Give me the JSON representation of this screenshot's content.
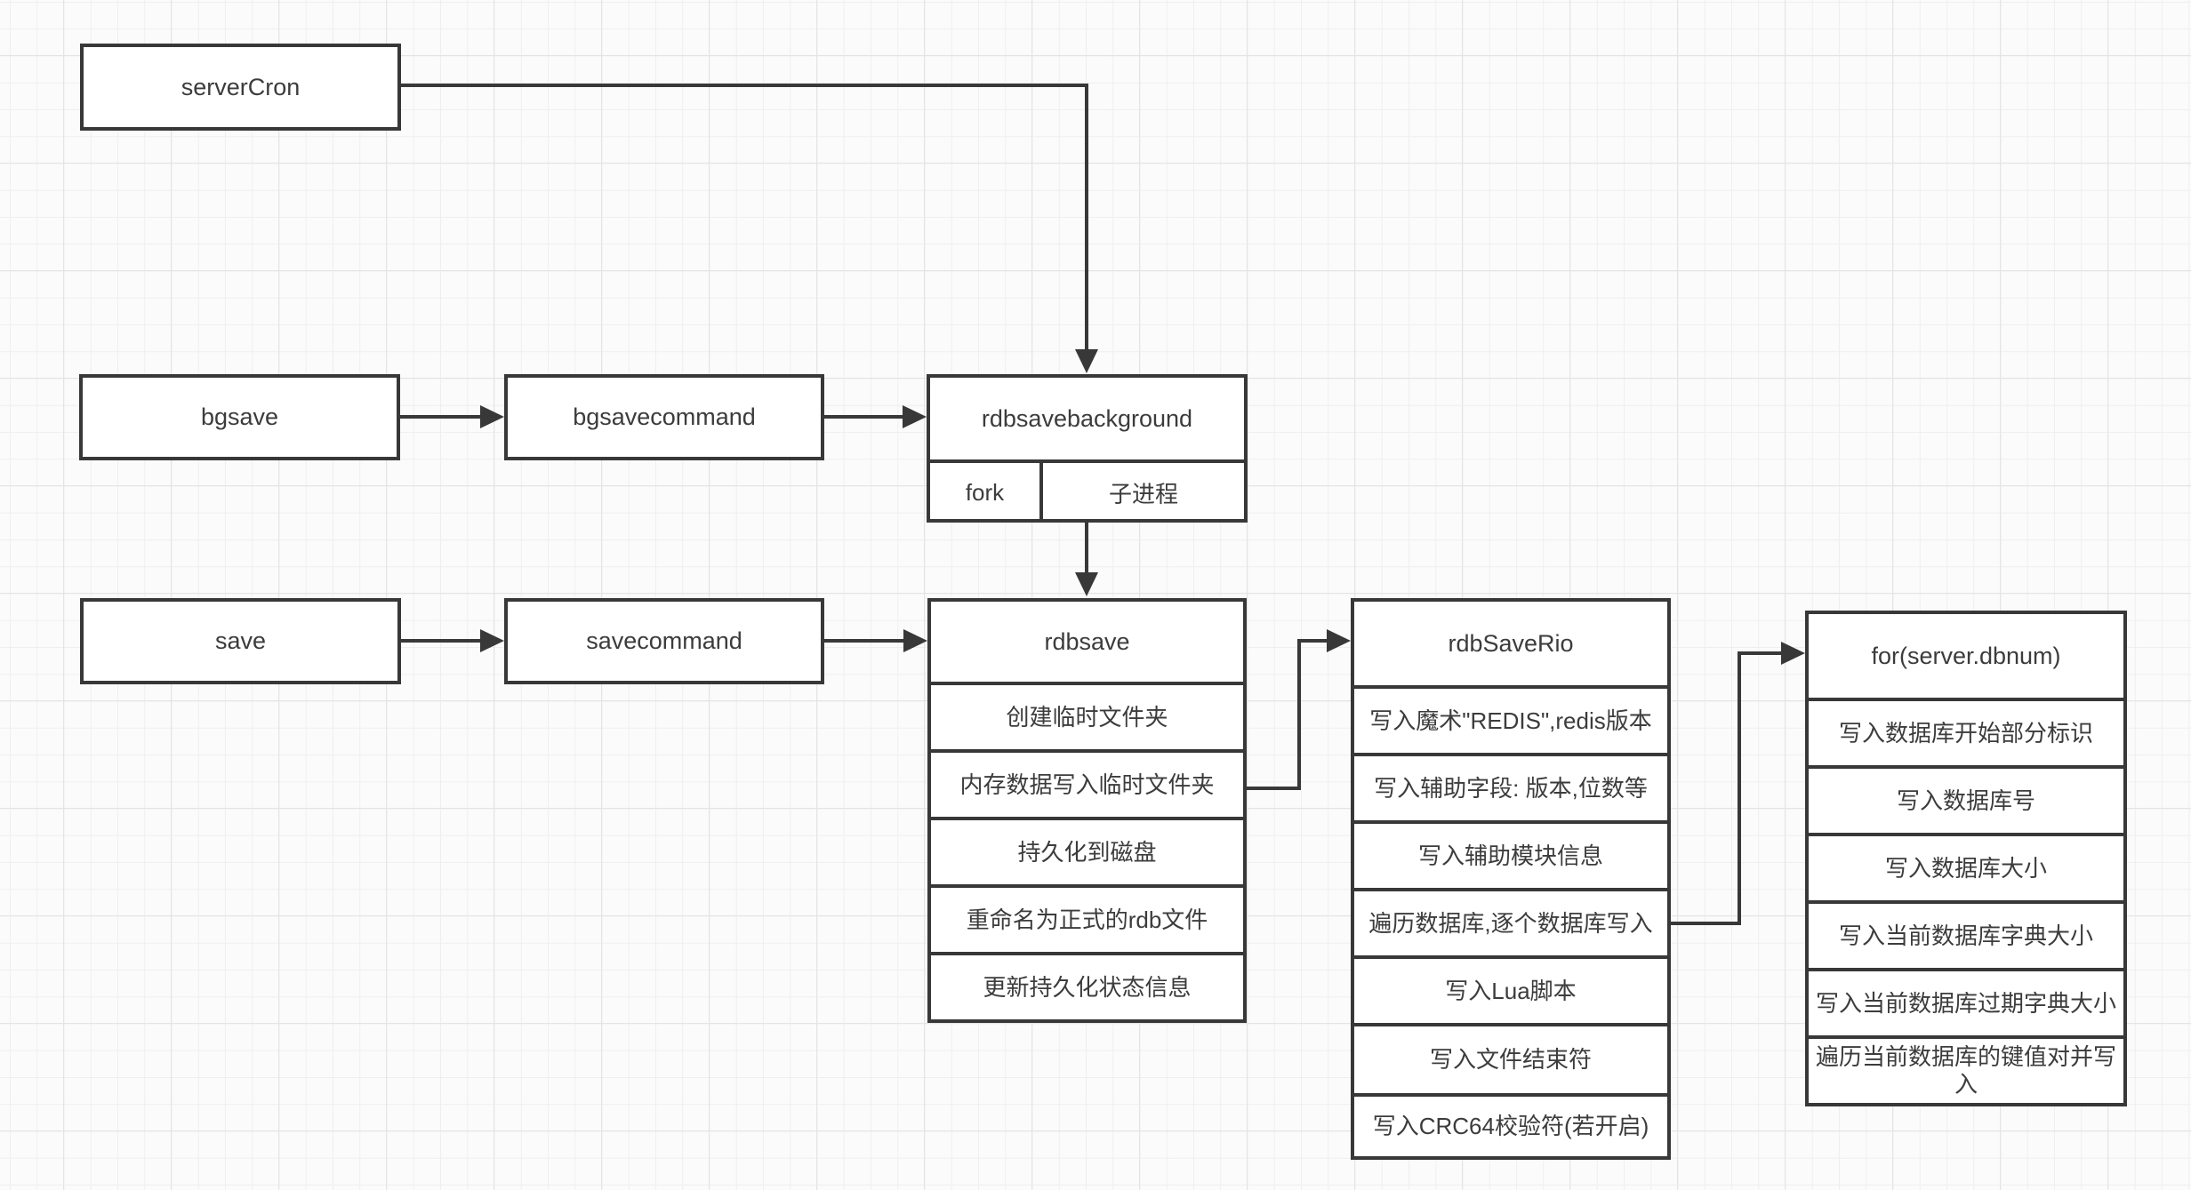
{
  "diagram": {
    "title": "Redis RDB save flowchart",
    "colors": {
      "stroke": "#383838",
      "text": "#3c3c3c",
      "box_fill": "#ffffff",
      "background": "#fbfbfb",
      "grid_minor": "#efefef",
      "grid_major": "#e4e4e4"
    },
    "nodes": {
      "servercron": {
        "label": "serverCron"
      },
      "bgsave": {
        "label": "bgsave"
      },
      "bgsavecommand": {
        "label": "bgsavecommand"
      },
      "rdbsavebackground": {
        "title": "rdbsavebackground",
        "cells": [
          "fork",
          "子进程"
        ]
      },
      "save": {
        "label": "save"
      },
      "savecommand": {
        "label": "savecommand"
      },
      "rdbsave": {
        "title": "rdbsave",
        "rows": [
          "创建临时文件夹",
          "内存数据写入临时文件夹",
          "持久化到磁盘",
          "重命名为正式的rdb文件",
          "更新持久化状态信息"
        ]
      },
      "rdbsaverio": {
        "title": "rdbSaveRio",
        "rows": [
          "写入魔术\"REDIS\",redis版本",
          "写入辅助字段: 版本,位数等",
          "写入辅助模块信息",
          "遍历数据库,逐个数据库写入",
          "写入Lua脚本",
          "写入文件结束符",
          "写入CRC64校验符(若开启)"
        ]
      },
      "forloop": {
        "title": "for(server.dbnum)",
        "rows": [
          "写入数据库开始部分标识",
          "写入数据库号",
          "写入数据库大小",
          "写入当前数据库字典大小",
          "写入当前数据库过期字典大小",
          "遍历当前数据库的键值对并写入"
        ]
      }
    }
  }
}
